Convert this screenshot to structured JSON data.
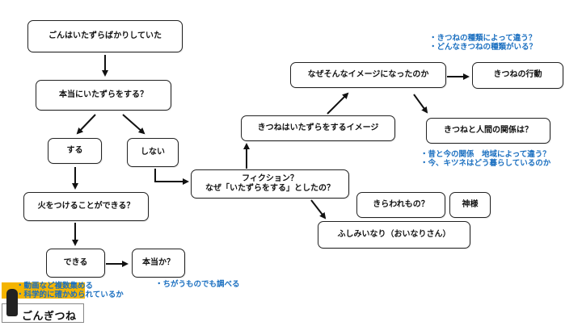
{
  "nodes": {
    "start": "ごんはいたずらばかりしていた",
    "question1": "本当にいたずらをする？",
    "yes": "する",
    "no": "しない",
    "fire": "火をつけることができる？",
    "can": "できる",
    "really": "本当か？",
    "fiction_line1": "フィクション？",
    "fiction_line2": "なぜ「いたずらをする」としたの？",
    "image": "きつねはいたずらをするイメージ",
    "why_image": "なぜそんなイメージになったのか",
    "behavior": "きつねの行動",
    "relation": "きつねと人間の関係は？",
    "disliked": "きらわれもの？",
    "god": "神様",
    "inari": "ふしみいなり（おいなりさん）"
  },
  "notes": {
    "species_1": "・きつねの種類によって違う？",
    "species_2": "・どんなきつねの種類がいる？",
    "past_1": "・昔と今の関係　地域によって違う？",
    "past_2": "・今、キツネはどう暮らしているのか",
    "different": "・ちがうものでも調べる",
    "video_1": "・動画など複数集める",
    "video_2": "・科学的に確かめられているか"
  },
  "logo": {
    "text": "ごんぎつね"
  },
  "colors": {
    "note": "#1a6fc0",
    "logo_bar": "#f4b400"
  }
}
